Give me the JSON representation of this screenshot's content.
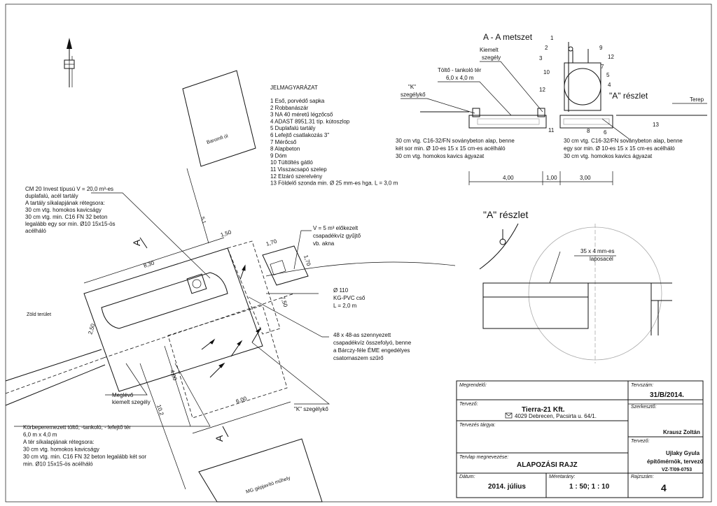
{
  "legend": {
    "title": "JELMAGYARÁZAT",
    "items": [
      "1  Eső, porvédő sapka",
      "2  Robbanászár",
      "3  NA 40 méretű légzőcső",
      "4  ADAST 8951.31 típ. kútoszlop",
      "5  Duplafalú tartály",
      "6  Lefejtő csatlakozás 3\"",
      "7  Mérőcső",
      "8  Alapbeton",
      "9  Dóm",
      "10  Túltöltés gátló",
      "11  Visszacsapó szelep",
      "12  Elzáró szerelvény",
      "13 Földelő szonda min. Ø 25 mm-es hga. L = 3,0 m"
    ]
  },
  "plan": {
    "baromfi": "Baromfi ól",
    "zold": "Zöld terület",
    "mg": "MG gépjavító műhely",
    "dim_51": "5,1",
    "dim_830": "8,30",
    "dim_150": "1,50",
    "dim_250": "2,50",
    "dim_170a": "1,70",
    "dim_170b": "1,70",
    "dim_750": "7,50",
    "dim_400": "4,00",
    "dim_600": "6,00",
    "dim_102": "10,2",
    "section_top": "A",
    "section_bottom": "A",
    "cm20": [
      "CM 20 Invest típusú V = 20,0 m³-es",
      "duplafalú, acél tartály",
      "A tartály síkalapjának rétegsora:",
      "30 cm vtg. homokos kavicságy",
      "30 cm vtg. min. C16 FN 32 beton",
      "legalább egy sor min. Ø10 15x15-ös",
      "acélháló"
    ],
    "v5": [
      "V = 5 m³ előkezelt",
      "csapadékvíz gyűjtő",
      "vb. akna"
    ],
    "kg": [
      "Ø 110",
      "KG-PVC cső",
      "L = 2,0 m"
    ],
    "drain": [
      "48 x 48-as szennyezett",
      "csapadékvíz összefolyó, benne",
      "a Bárczy-féle ÉME engedélyes",
      "csatornaszem szűrő"
    ],
    "kszegely": "\"K\" szegélykő",
    "meglevo": [
      "Meglévő",
      "kiemelt szegély"
    ],
    "korbe": [
      "Körbeperemezett töltő, -tankoló, - lefejtő tér",
      "6,0 m x 4,0 m",
      "A tér síkalapjának rétegsora:",
      "30 cm vtg. homokos kavicságy",
      "30 cm vtg. min. C16 FN 32 beton legalább két sor",
      "min. Ø10 15x15-ös acélháló"
    ]
  },
  "section": {
    "title": "A - A metszet",
    "kiemelt": [
      "Kiemelt",
      "szegély"
    ],
    "tolto": [
      "Töltő - tankoló tér",
      "6,0 x 4,0 m"
    ],
    "kszeg": [
      "\"K\"",
      "szegélykő"
    ],
    "a_reszlet": "\"A\" részlet",
    "terep": "Terep",
    "left_notes": [
      "30 cm vtg. C16-32/FN soványbeton alap, benne",
      "két sor min. Ø 10-es 15 x 15 cm-es acélháló",
      "30 cm vtg. homokos kavics ágyazat"
    ],
    "right_notes": [
      "30 cm vtg. C16-32/FN soványbeton alap, benne",
      "egy sor min. Ø 10-es 15 x 15 cm-es acélháló",
      "30 cm vtg. homokos kavics ágyazat"
    ],
    "dims": [
      "4,00",
      "1,00",
      "3,00"
    ],
    "nums": [
      "1",
      "2",
      "3",
      "9",
      "12",
      "7",
      "10",
      "5",
      "4",
      "12",
      "11",
      "8",
      "6",
      "13"
    ]
  },
  "detail": {
    "title": "\"A\" részlet",
    "label": [
      "35 x 4 mm-es",
      "laposacél"
    ]
  },
  "titleblock": {
    "megrendelo_lbl": "Megrendelő:",
    "tervszam_lbl": "Tervszám:",
    "tervszam": "31/B/2014.",
    "tervezo_lbl": "Tervező:",
    "company": "Tierra-21 Kft.",
    "address": "4029 Debrecen, Pacsirta u. 64/1.",
    "szerkeszto_lbl": "Szerkesztő:",
    "szerkeszto": "Krausz Zoltán",
    "targya_lbl": "Tervezés tárgya:",
    "tervezo2_lbl": "Tervező:",
    "tervezo_name": "Ujlaky Gyula",
    "tervezo_role": "építőmérnök, tervező",
    "tervezo_code": "VZ-T/09-0753",
    "megnev_lbl": "Tervlap megnevezése:",
    "megnev": "ALAPOZÁSI RAJZ",
    "datum_lbl": "Dátum:",
    "datum": "2014. július",
    "meretarany_lbl": "Méretarány:",
    "meretarany": "1 : 50; 1 : 10",
    "rajzszam_lbl": "Rajzszám:",
    "rajzszam": "4"
  }
}
